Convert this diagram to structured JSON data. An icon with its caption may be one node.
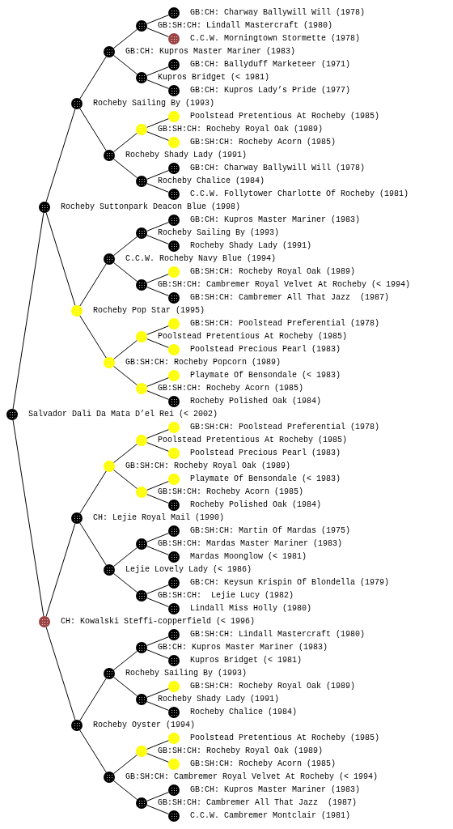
{
  "diagram": {
    "nodes": [
      {
        "text": [
          "GB:CH: Charway Ballywill Will (1978)"
        ]
      },
      {
        "text": [
          "GB:SH:CH: Lindall Mastercraft (1980)"
        ]
      },
      {
        "text": [
          "C.C.W. Morningtown Stormette (1978)"
        ]
      },
      {
        "text": [
          "GB:CH: Kupros Master Mariner (1983)"
        ]
      },
      {
        "text": [
          "GB:CH: Ballyduff Marketeer (1971)"
        ]
      },
      {
        "text": [
          "Kupros Bridget (< 1981)"
        ]
      },
      {
        "text": [
          "GB:CH: Kupros Lady’s Pride (1977)"
        ]
      },
      {
        "text": [
          "Rocheby Sailing By (1993)"
        ]
      },
      {
        "text": [
          "Poolstead Pretentious At Rocheby (1985)"
        ]
      },
      {
        "text": [
          "GB:SH:CH: Rocheby Royal Oak (1989)"
        ]
      },
      {
        "text": [
          "GB:SH:CH: Rocheby Acorn (1985)"
        ]
      },
      {
        "text": [
          "Rocheby Shady Lady (1991)"
        ]
      },
      {
        "text": [
          "GB:CH: Charway Ballywill Will (1978)"
        ]
      },
      {
        "text": [
          "Rocheby Chalice (1984)"
        ]
      },
      {
        "text": [
          "C.C.W. Follytower Charlotte Of Rocheby (1981)"
        ]
      },
      {
        "text": [
          "Rocheby Suttonpark Deacon Blue (1998)"
        ]
      },
      {
        "text": [
          "GB:CH: Kupros Master Mariner (1983)"
        ]
      },
      {
        "text": [
          "Rocheby Sailing By (1993)"
        ]
      },
      {
        "text": [
          "Rocheby Shady Lady (1991)"
        ]
      },
      {
        "text": [
          "C.C.W. Rocheby Navy Blue (1994)"
        ]
      },
      {
        "text": [
          "GB:SH:CH: Rocheby Royal Oak (1989)"
        ]
      },
      {
        "text": [
          "GB:SH:CH: Cambremer Royal Velvet At Rocheby (< 1994)"
        ]
      },
      {
        "text": [
          "GB:SH:CH: Cambremer All That Jazz  (1987)"
        ]
      },
      {
        "text": [
          "Rocheby Pop Star (1995)"
        ]
      },
      {
        "text": [
          "GB:SH:CH: Poolstead Preferential (1978)"
        ]
      },
      {
        "text": [
          "Poolstead Pretentious At Rocheby (1985)"
        ]
      },
      {
        "text": [
          "Poolstead Precious Pearl (1983)"
        ]
      },
      {
        "text": [
          "GB:SH:CH: Rocheby Popcorn (1989)"
        ]
      },
      {
        "text": [
          "Playmate Of Bensondale (< 1983)"
        ]
      },
      {
        "text": [
          "GB:SH:CH: Rocheby Acorn (1985)"
        ]
      },
      {
        "text": [
          "Rocheby Polished Oak (1984)"
        ]
      },
      {
        "text": [
          "Salvador Dali Da Mata D’el Rei (< 2002)"
        ]
      },
      {
        "text": [
          "GB:SH:CH: Poolstead Preferential (1978)"
        ]
      },
      {
        "text": [
          "Poolstead Pretentious At Rocheby (1985)"
        ]
      },
      {
        "text": [
          "Poolstead Precious Pearl (1983)"
        ]
      },
      {
        "text": [
          "GB:SH:CH: Rocheby Royal Oak (1989)"
        ]
      },
      {
        "text": [
          "Playmate Of Bensondale (< 1983)"
        ]
      },
      {
        "text": [
          "GB:SH:CH: Rocheby Acorn (1985)"
        ]
      },
      {
        "text": [
          "Rocheby Polished Oak (1984)"
        ]
      },
      {
        "text": [
          "CH: Lejie Royal Mail (1990)"
        ]
      },
      {
        "text": [
          "GB:SH:CH: Martin Of Mardas (1975)"
        ]
      },
      {
        "text": [
          "GB:SH:CH: Mardas Master Mariner (1983)"
        ]
      },
      {
        "text": [
          "Mardas Moonglow (< 1981)"
        ]
      },
      {
        "text": [
          "Lejie Lovely Lady (< 1986)"
        ]
      },
      {
        "text": [
          "GB:CH: Keysun Krispin Of Blondella (1979)"
        ]
      },
      {
        "text": [
          "GB:SH:CH:  Lejie Lucy (1982)"
        ]
      },
      {
        "text": [
          "Lindall Miss Holly (1980)"
        ]
      },
      {
        "text": [
          "CH: Kowalski Steffi-copperfield (< 1996)"
        ]
      },
      {
        "text": [
          "GB:SH:CH: Lindall Mastercraft (1980)"
        ]
      },
      {
        "text": [
          "GB:CH: Kupros Master Mariner (1983)"
        ]
      },
      {
        "text": [
          "Kupros Bridget (< 1981)"
        ]
      },
      {
        "text": [
          "Rocheby Sailing By (1993)"
        ]
      },
      {
        "text": [
          "GB:SH:CH: Rocheby Royal Oak (1989)"
        ]
      },
      {
        "text": [
          "Rocheby Shady Lady (1991)"
        ]
      },
      {
        "text": [
          "Rocheby Chalice (1984)"
        ]
      },
      {
        "text": [
          "Rocheby Oyster (1994)"
        ]
      },
      {
        "text": [
          "Poolstead Pretentious At Rocheby (1985)"
        ]
      },
      {
        "text": [
          "GB:SH:CH: Rocheby Royal Oak (1989)"
        ]
      },
      {
        "text": [
          "GB:SH:CH: Rocheby Acorn (1985)"
        ]
      },
      {
        "text": [
          "GB:SH:CH: Cambremer Royal Velvet At Rocheby (< 1994)"
        ]
      },
      {
        "text": [
          "GB:CH: Kupros Master Mariner (1983)"
        ]
      },
      {
        "text": [
          "GB:SH:CH: Cambremer All That Jazz  (1987)"
        ]
      },
      {
        "text": [
          "C.C.W. Cambremer Montclair (1981)"
        ]
      }
    ],
    "edges": [
      {
        "from": 1,
        "to": 0,
        "arrow": "none"
      },
      {
        "from": 1,
        "to": 2,
        "arrow": "none"
      },
      {
        "from": 3,
        "to": 1,
        "arrow": "none"
      },
      {
        "from": 3,
        "to": 5,
        "arrow": "none"
      },
      {
        "from": 5,
        "to": 4,
        "arrow": "none"
      },
      {
        "from": 5,
        "to": 6,
        "arrow": "none"
      },
      {
        "from": 7,
        "to": 3,
        "arrow": "none"
      },
      {
        "from": 7,
        "to": 11,
        "arrow": "none"
      },
      {
        "from": 9,
        "to": 8,
        "arrow": "none"
      },
      {
        "from": 9,
        "to": 10,
        "arrow": "none"
      },
      {
        "from": 11,
        "to": 9,
        "arrow": "none"
      },
      {
        "from": 11,
        "to": 13,
        "arrow": "none"
      },
      {
        "from": 13,
        "to": 12,
        "arrow": "none"
      },
      {
        "from": 13,
        "to": 14,
        "arrow": "none"
      },
      {
        "from": 15,
        "to": 7,
        "arrow": "none"
      },
      {
        "from": 15,
        "to": 23,
        "arrow": "none"
      },
      {
        "from": 17,
        "to": 16,
        "arrow": "none"
      },
      {
        "from": 17,
        "to": 18,
        "arrow": "none"
      },
      {
        "from": 19,
        "to": 17,
        "arrow": "none"
      },
      {
        "from": 19,
        "to": 21,
        "arrow": "none"
      },
      {
        "from": 21,
        "to": 20,
        "arrow": "none"
      },
      {
        "from": 21,
        "to": 22,
        "arrow": "none"
      },
      {
        "from": 23,
        "to": 19,
        "arrow": "none"
      },
      {
        "from": 23,
        "to": 27,
        "arrow": "none"
      },
      {
        "from": 25,
        "to": 24,
        "arrow": "none"
      },
      {
        "from": 25,
        "to": 26,
        "arrow": "none"
      },
      {
        "from": 27,
        "to": 25,
        "arrow": "none"
      },
      {
        "from": 27,
        "to": 29,
        "arrow": "none"
      },
      {
        "from": 29,
        "to": 28,
        "arrow": "none"
      },
      {
        "from": 29,
        "to": 30,
        "arrow": "none"
      },
      {
        "from": 31,
        "to": 15,
        "arrow": "none"
      },
      {
        "from": 31,
        "to": 47,
        "arrow": "none"
      },
      {
        "from": 33,
        "to": 32,
        "arrow": "none"
      },
      {
        "from": 33,
        "to": 34,
        "arrow": "none"
      },
      {
        "from": 35,
        "to": 33,
        "arrow": "none"
      },
      {
        "from": 35,
        "to": 37,
        "arrow": "none"
      },
      {
        "from": 37,
        "to": 36,
        "arrow": "none"
      },
      {
        "from": 37,
        "to": 38,
        "arrow": "none"
      },
      {
        "from": 39,
        "to": 35,
        "arrow": "none"
      },
      {
        "from": 39,
        "to": 43,
        "arrow": "none"
      },
      {
        "from": 41,
        "to": 40,
        "arrow": "none"
      },
      {
        "from": 41,
        "to": 42,
        "arrow": "none"
      },
      {
        "from": 43,
        "to": 41,
        "arrow": "none"
      },
      {
        "from": 43,
        "to": 45,
        "arrow": "none"
      },
      {
        "from": 45,
        "to": 44,
        "arrow": "none"
      },
      {
        "from": 45,
        "to": 46,
        "arrow": "none"
      },
      {
        "from": 47,
        "to": 39,
        "arrow": "none"
      },
      {
        "from": 47,
        "to": 55,
        "arrow": "none"
      },
      {
        "from": 49,
        "to": 48,
        "arrow": "none"
      },
      {
        "from": 49,
        "to": 50,
        "arrow": "none"
      },
      {
        "from": 51,
        "to": 49,
        "arrow": "none"
      },
      {
        "from": 51,
        "to": 53,
        "arrow": "none"
      },
      {
        "from": 53,
        "to": 52,
        "arrow": "none"
      },
      {
        "from": 53,
        "to": 54,
        "arrow": "none"
      },
      {
        "from": 55,
        "to": 51,
        "arrow": "none"
      },
      {
        "from": 55,
        "to": 59,
        "arrow": "none"
      },
      {
        "from": 57,
        "to": 56,
        "arrow": "none"
      },
      {
        "from": 57,
        "to": 58,
        "arrow": "none"
      },
      {
        "from": 59,
        "to": 57,
        "arrow": "none"
      },
      {
        "from": 59,
        "to": 61,
        "arrow": "none"
      },
      {
        "from": 61,
        "to": 60,
        "arrow": "none"
      },
      {
        "from": 61,
        "to": 62,
        "arrow": "none"
      }
    ]
  }
}
